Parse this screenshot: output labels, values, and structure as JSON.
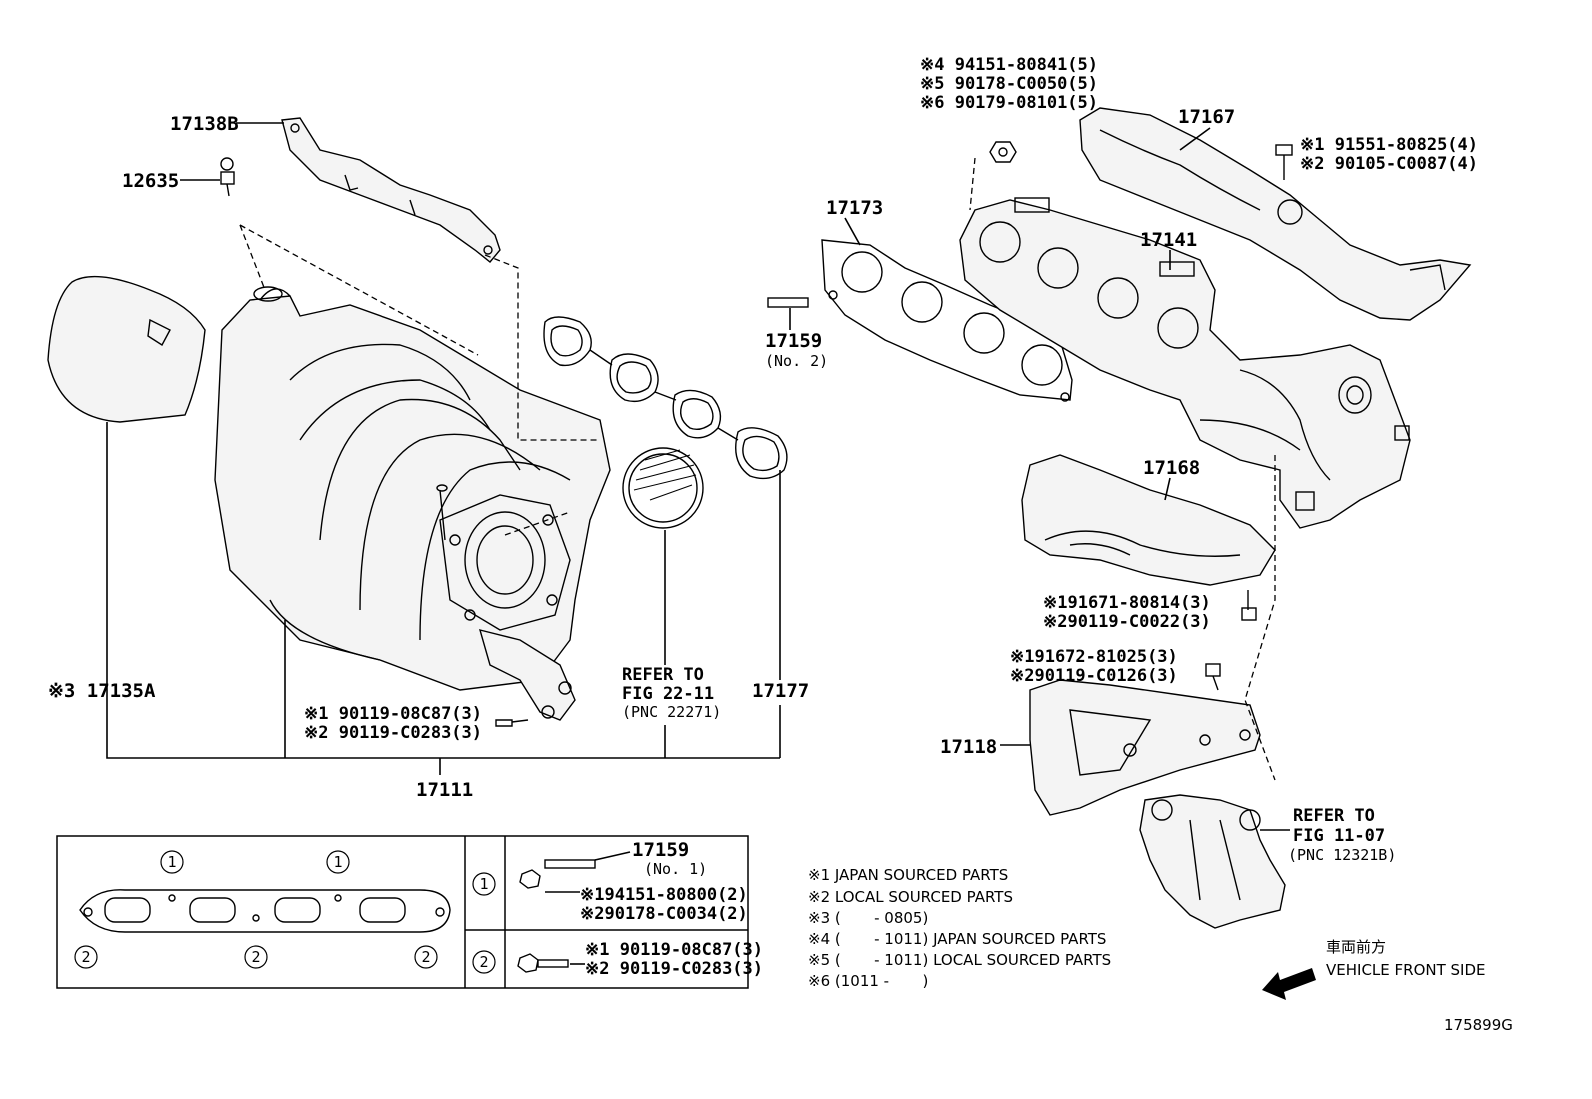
{
  "labels": {
    "p17138B": "17138B",
    "p12635": "12635",
    "p17135A": "※3 17135A",
    "p17111": "17111",
    "p17177": "17177",
    "p17173": "17173",
    "p17159_no2": "17159",
    "p17159_no2_sub": "(No. 2)",
    "p17167": "17167",
    "p17141": "17141",
    "p17168": "17168",
    "p17118": "17118"
  },
  "callouts": {
    "nut_top_1": "※4 94151-80841(5)",
    "nut_top_2": "※5 90178-C0050(5)",
    "nut_top_3": "※6 90179-08101(5)",
    "bolt_17167_1": "※1 91551-80825(4)",
    "bolt_17167_2": "※2 90105-C0087(4)",
    "bolt_17168_1": "※191671-80814(3)",
    "bolt_17168_2": "※290119-C0022(3)",
    "bolt_17118_1": "※191672-81025(3)",
    "bolt_17118_2": "※290119-C0126(3)",
    "bolt_17111_1": "※1 90119-08C87(3)",
    "bolt_17111_2": "※2 90119-C0283(3)"
  },
  "refer": {
    "left_line1": "REFER TO",
    "left_line2": "FIG 22-11",
    "left_line3": "(PNC 22271)",
    "right_line1": "REFER TO",
    "right_line2": "FIG 11-07",
    "right_line3": "(PNC 12321B)"
  },
  "legend_box": {
    "marker1": "1",
    "marker2": "2",
    "row1_part": "17159",
    "row1_part_sub": "(No. 1)",
    "row1_a": "※194151-80800(2)",
    "row1_b": "※290178-C0034(2)",
    "row2_a": "※1 90119-08C87(3)",
    "row2_b": "※2 90119-C0283(3)"
  },
  "notes": [
    "※1 JAPAN SOURCED PARTS",
    "※2 LOCAL SOURCED PARTS",
    "※3 (       - 0805)",
    "※4 (       - 1011) JAPAN SOURCED PARTS",
    "※5 (       - 1011) LOCAL SOURCED PARTS",
    "※6 (1011 -       )"
  ],
  "direction": {
    "jp": "車両前方",
    "en": "VEHICLE FRONT SIDE"
  },
  "figure_id": "175899G"
}
